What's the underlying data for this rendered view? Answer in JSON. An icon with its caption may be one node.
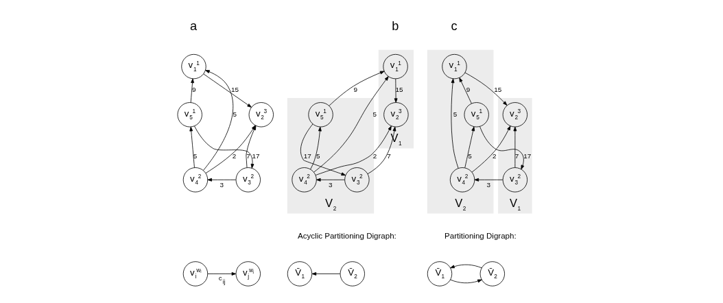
{
  "diagram": {
    "nodes": [
      {
        "text": [
          "v$_{1}$$^{1}$"
        ]
      },
      {
        "text": [
          "v$_{2}$$^{3}$"
        ]
      },
      {
        "text": [
          "v$_{3}$$^{2}$"
        ]
      },
      {
        "text": [
          "v$_{4}$$^{2}$"
        ]
      },
      {
        "text": [
          "v$_{5}$$^{1}$"
        ]
      },
      {
        "text": [
          "v$_{i}$$^{wᵢ}$"
        ]
      },
      {
        "text": [
          "v$_{j}$$^{wⱼ}$"
        ]
      },
      {
        "text": [
          "V$_{1}$"
        ]
      },
      {
        "text": [
          "v$_{1}$$^{1}$"
        ],
        "in": 7
      },
      {
        "text": [
          "v$_{2}$$^{3}$"
        ],
        "in": 7
      },
      {
        "text": [
          "V$_{2}$"
        ]
      },
      {
        "text": [
          "v$_{5}$$^{1}$"
        ],
        "in": 10
      },
      {
        "text": [
          "v$_{4}$$^{2}$"
        ],
        "in": 10
      },
      {
        "text": [
          "v$_{3}$$^{2}$"
        ],
        "in": 10
      },
      {
        "text": [
          "V̄$_{2}$"
        ]
      },
      {
        "text": [
          "V̄$_{1}$"
        ]
      },
      {
        "text": [
          "V$_{2}$"
        ]
      },
      {
        "text": [
          "v$_{1}$$^{1}$"
        ],
        "in": 16
      },
      {
        "text": [
          "v$_{5}$$^{1}$"
        ],
        "in": 16
      },
      {
        "text": [
          "v$_{4}$$^{2}$"
        ],
        "in": 16
      },
      {
        "text": [
          "V$_{1}$"
        ]
      },
      {
        "text": [
          "v$_{2}$$^{3}$"
        ],
        "in": 20
      },
      {
        "text": [
          "v$_{3}$$^{2}$"
        ],
        "in": 20
      },
      {
        "text": [
          "V̄$_{2}$"
        ]
      },
      {
        "text": [
          "V̄$_{1}$"
        ]
      }
    ],
    "edges": [
      {
        "from": 4,
        "to": 0,
        "arrow": "to",
        "label": "9"
      },
      {
        "from": 0,
        "to": 1,
        "arrow": "to",
        "label": "15"
      },
      {
        "from": 3,
        "to": 0,
        "arrow": "to",
        "label": "5"
      },
      {
        "from": 4,
        "to": 2,
        "arrow": "to",
        "label": "17"
      },
      {
        "from": 3,
        "to": 1,
        "arrow": "to",
        "label": "2"
      },
      {
        "from": 2,
        "to": 1,
        "arrow": "to",
        "label": "7"
      },
      {
        "from": 2,
        "to": 3,
        "arrow": "to",
        "label": "3"
      },
      {
        "from": 3,
        "to": 4,
        "arrow": "to",
        "label": "5"
      },
      {
        "from": 5,
        "to": 6,
        "arrow": "to",
        "label": "c$_{ij}$"
      },
      {
        "from": 11,
        "to": 8,
        "arrow": "to",
        "label": "9"
      },
      {
        "from": 8,
        "to": 9,
        "arrow": "to",
        "label": "15"
      },
      {
        "from": 12,
        "to": 8,
        "arrow": "to",
        "label": "5"
      },
      {
        "from": 11,
        "to": 13,
        "arrow": "to",
        "label": "17"
      },
      {
        "from": 12,
        "to": 9,
        "arrow": "to",
        "label": "2"
      },
      {
        "from": 13,
        "to": 9,
        "arrow": "to",
        "label": "7"
      },
      {
        "from": 13,
        "to": 12,
        "arrow": "to",
        "label": "3"
      },
      {
        "from": 12,
        "to": 11,
        "arrow": "to",
        "label": "5"
      },
      {
        "from": 14,
        "to": 15,
        "arrow": "to"
      },
      {
        "from": 18,
        "to": 17,
        "arrow": "to",
        "label": "9"
      },
      {
        "from": 17,
        "to": 21,
        "arrow": "to",
        "label": "15"
      },
      {
        "from": 19,
        "to": 17,
        "arrow": "to",
        "label": "5"
      },
      {
        "from": 18,
        "to": 22,
        "arrow": "to",
        "label": "17"
      },
      {
        "from": 19,
        "to": 21,
        "arrow": "to",
        "label": "2"
      },
      {
        "from": 22,
        "to": 21,
        "arrow": "to",
        "label": "7"
      },
      {
        "from": 22,
        "to": 19,
        "arrow": "to",
        "label": "3"
      },
      {
        "from": 19,
        "to": 18,
        "arrow": "to",
        "label": "5"
      },
      {
        "from": 23,
        "to": 24,
        "arrow": "to"
      },
      {
        "from": 24,
        "to": 23,
        "arrow": "to"
      }
    ],
    "labels": [
      "a",
      "b",
      "c",
      "Acyclic Partitioning Digraph:",
      "Partitioning Digraph:"
    ]
  }
}
